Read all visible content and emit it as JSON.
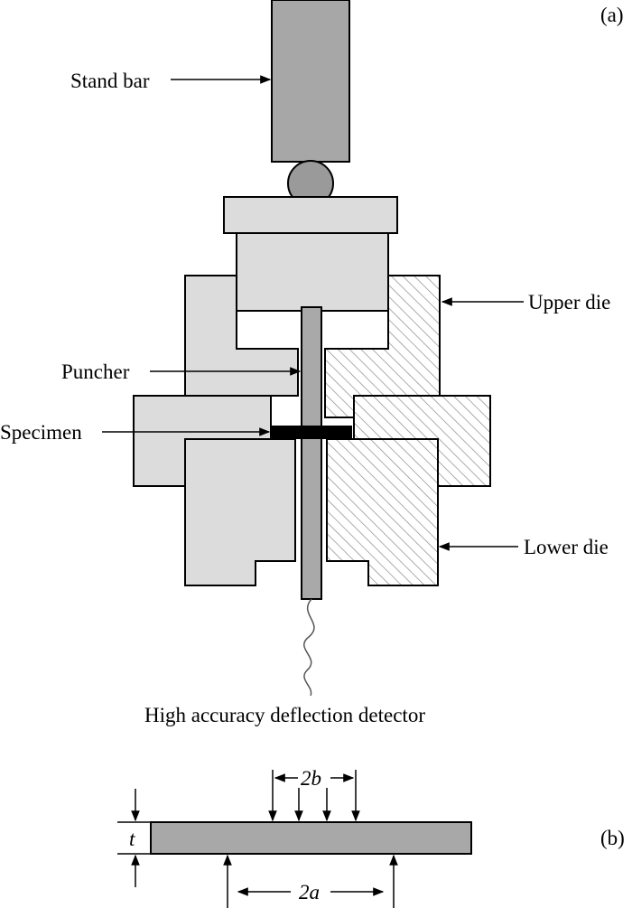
{
  "panels": {
    "a": {
      "tag": "(a)",
      "labels": {
        "stand_bar": "Stand bar",
        "upper_die": "Upper die",
        "puncher": "Puncher",
        "specimen": "Specimen",
        "lower_die": "Lower die",
        "detector": "High accuracy deflection detector"
      }
    },
    "b": {
      "tag": "(b)",
      "labels": {
        "thickness": "t",
        "load_span": "2b",
        "support_span": "2a"
      }
    }
  },
  "colors": {
    "stand_bar": "#a7a7a7",
    "ball": "#9a9a9a",
    "die_left": "#dcdcdc",
    "die_right_hatch": "#8a8a8a",
    "puncher": "#a9a9a9",
    "specimen": "#000000",
    "plate": "#a8a8a8",
    "line": "#000000"
  }
}
